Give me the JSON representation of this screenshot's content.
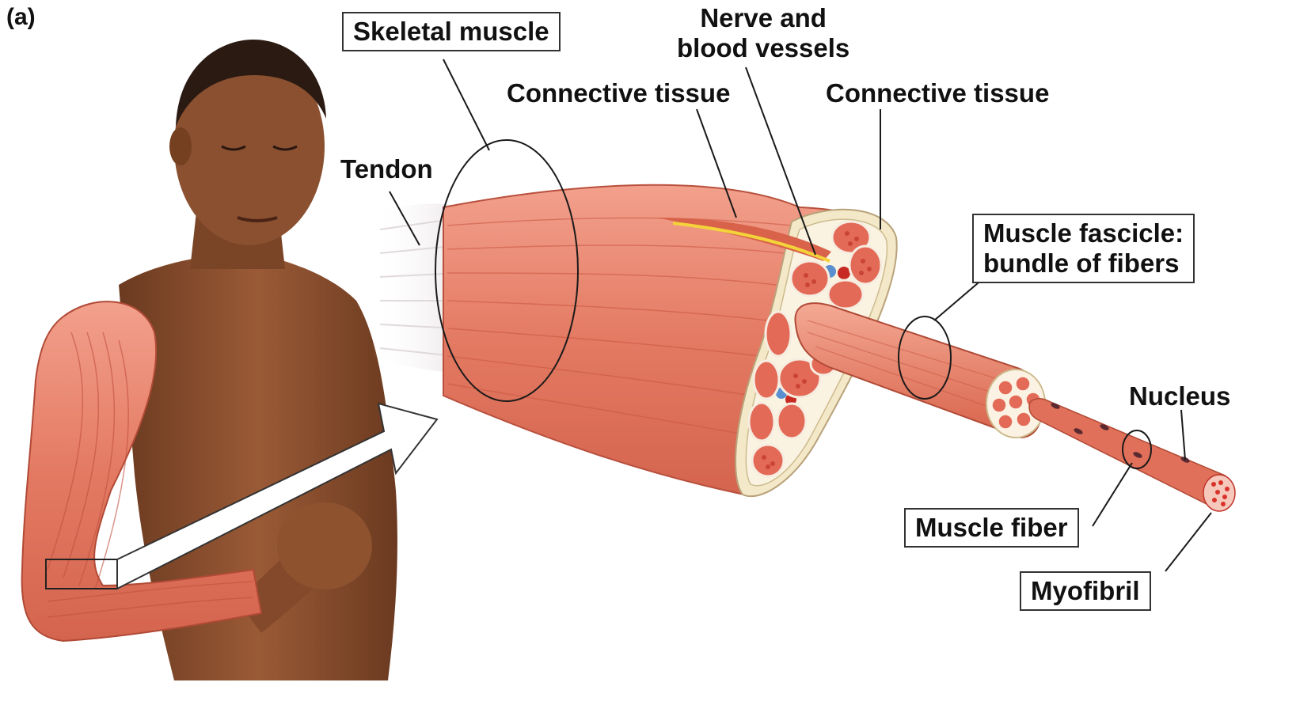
{
  "figure": {
    "panel_label": "(a)"
  },
  "labels": {
    "skeletal_muscle": "Skeletal muscle",
    "nerve_line1": "Nerve and",
    "nerve_line2": "blood vessels",
    "connective_tissue_1": "Connective tissue",
    "connective_tissue_2": "Connective tissue",
    "tendon": "Tendon",
    "fascicle_line1": "Muscle fascicle:",
    "fascicle_line2": "bundle of fibers",
    "nucleus": "Nucleus",
    "muscle_fiber": "Muscle fiber",
    "myofibril": "Myofibril"
  },
  "colors": {
    "skin": "#8a5030",
    "muscle": "#e8806a",
    "muscle_dark": "#c8503c",
    "connective": "#f1e6c4",
    "nerve": "#f4d33a",
    "vessel_blue": "#5a8fd0",
    "vessel_red": "#c72a22"
  }
}
